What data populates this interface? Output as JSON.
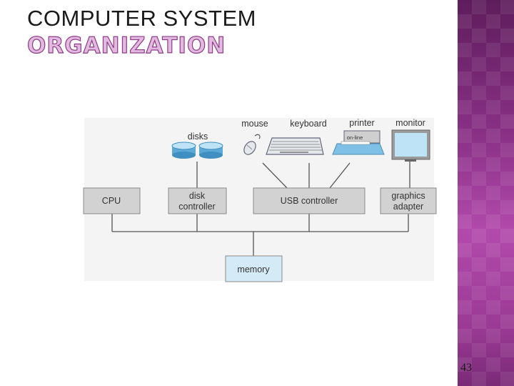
{
  "slide": {
    "title_line1": "COMPUTER SYSTEM",
    "title_line2": "ORGANIZATION",
    "page_number": "43"
  },
  "diagram": {
    "devices": {
      "disks": "disks",
      "mouse": "mouse",
      "keyboard": "keyboard",
      "printer": "printer",
      "printer_panel": "on-line",
      "monitor": "monitor"
    },
    "components": {
      "cpu": "CPU",
      "disk_controller_line1": "disk",
      "disk_controller_line2": "controller",
      "usb_controller": "USB controller",
      "graphics_adapter_line1": "graphics",
      "graphics_adapter_line2": "adapter",
      "memory": "memory"
    }
  },
  "colors": {
    "box_fill": "#d2d2d2",
    "memory_fill": "#d4ebf7",
    "diagram_bg": "#f3f3f3",
    "accent_purple": "#8a3186"
  }
}
